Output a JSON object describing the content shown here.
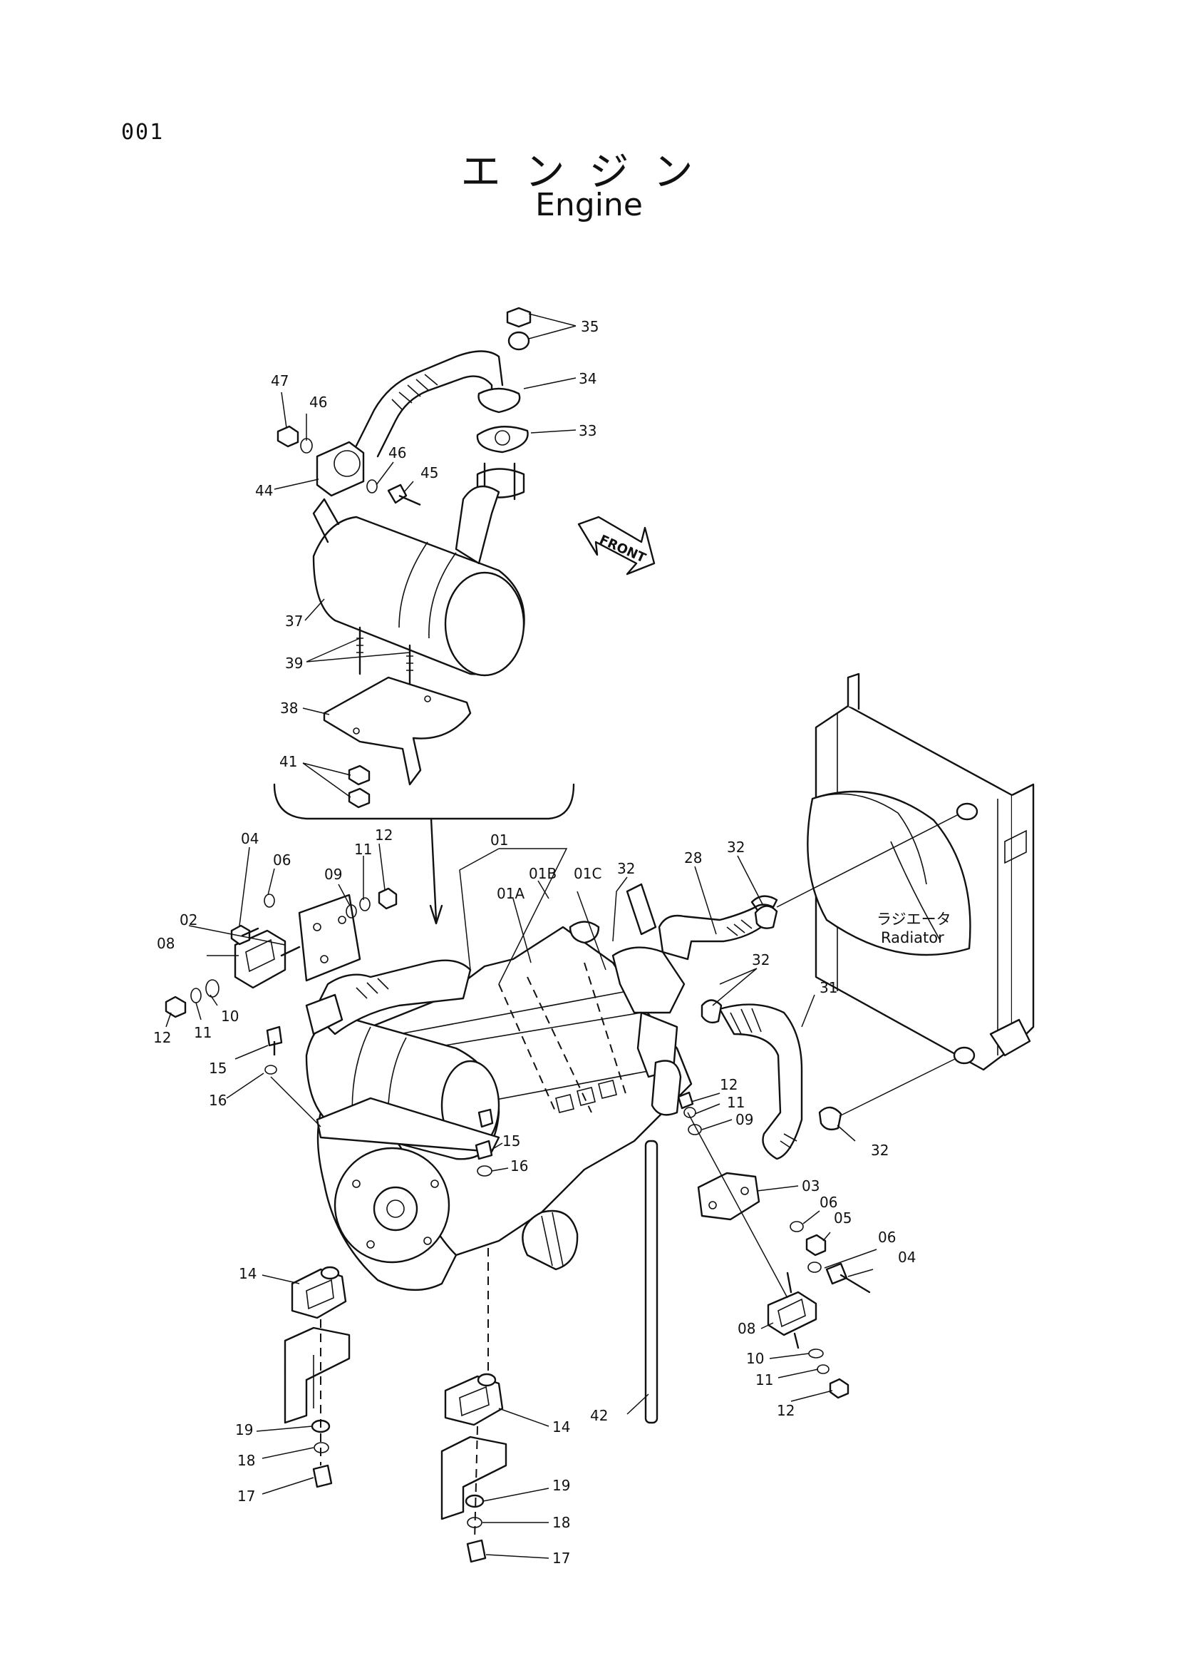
{
  "header": {
    "page_number": "001",
    "title_jp": "エンジン",
    "title_en": "Engine"
  },
  "front_arrow": {
    "label": "FRONT"
  },
  "radiator": {
    "label_jp": "ラジエータ",
    "label_en": "Radiator"
  },
  "callouts": {
    "c35": "35",
    "c34": "34",
    "c33": "33",
    "c47": "47",
    "c46a": "46",
    "c46b": "46",
    "c45": "45",
    "c44": "44",
    "c37": "37",
    "c39": "39",
    "c38": "38",
    "c41": "41",
    "c04a": "04",
    "c06a": "06",
    "c09a": "09",
    "c11a": "11",
    "c12a": "12",
    "c01": "01",
    "c01c": "01C",
    "c01b": "01B",
    "c01a": "01A",
    "c32a": "32",
    "c28": "28",
    "c32b": "32",
    "c32c": "32",
    "c31": "31",
    "c32d": "32",
    "c02": "02",
    "c08a": "08",
    "c10a": "10",
    "c11b": "11",
    "c12b": "12",
    "c15a": "15",
    "c16a": "16",
    "c15b": "15",
    "c16b": "16",
    "c12c": "12",
    "c11c": "11",
    "c09b": "09",
    "c03": "03",
    "c06b": "06",
    "c05": "05",
    "c06c": "06",
    "c04b": "04",
    "c08b": "08",
    "c10b": "10",
    "c11d": "11",
    "c12d": "12",
    "c14a": "14",
    "c14b": "14",
    "c42": "42",
    "c19a": "19",
    "c18a": "18",
    "c17a": "17",
    "c19b": "19",
    "c18b": "18",
    "c17b": "17"
  }
}
